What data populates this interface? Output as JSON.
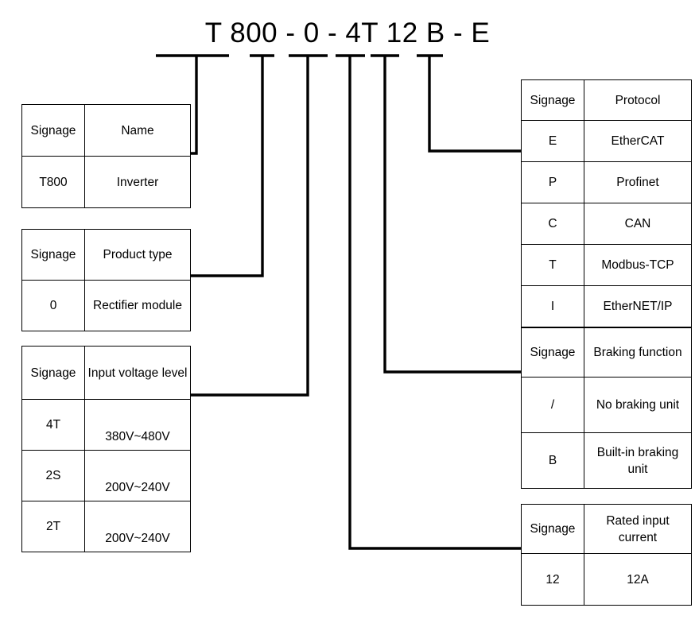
{
  "model_code": "T 800 - 0 - 4T 12 B - E",
  "segments": [
    {
      "key": "series",
      "text": "T 800"
    },
    {
      "key": "product-type",
      "text": "0"
    },
    {
      "key": "voltage",
      "text": "4T"
    },
    {
      "key": "current",
      "text": "12"
    },
    {
      "key": "braking",
      "text": "B"
    },
    {
      "key": "protocol",
      "text": "E"
    }
  ],
  "tables": {
    "name": {
      "id": "name-table",
      "headers": [
        "Signage",
        "Name"
      ],
      "rows": [
        [
          "T800",
          "Inverter"
        ]
      ]
    },
    "product_type": {
      "id": "product-type-table",
      "headers": [
        "Signage",
        "Product type"
      ],
      "rows": [
        [
          "0",
          "Rectifier module"
        ]
      ]
    },
    "input_voltage": {
      "id": "input-voltage-table",
      "headers": [
        "Signage",
        "Input voltage level"
      ],
      "rows": [
        [
          "4T",
          "380V~480V"
        ],
        [
          "2S",
          "200V~240V"
        ],
        [
          "2T",
          "200V~240V"
        ]
      ]
    },
    "protocol": {
      "id": "protocol-table",
      "headers": [
        "Signage",
        "Protocol"
      ],
      "rows": [
        [
          "E",
          "EtherCAT"
        ],
        [
          "P",
          "Profinet"
        ],
        [
          "C",
          "CAN"
        ],
        [
          "T",
          "Modbus-TCP"
        ],
        [
          "I",
          "EtherNET/IP"
        ]
      ]
    },
    "braking": {
      "id": "braking-table",
      "headers": [
        "Signage",
        "Braking function"
      ],
      "rows": [
        [
          "/",
          "No braking unit"
        ],
        [
          "B",
          "Built-in braking unit"
        ]
      ]
    },
    "rated_current": {
      "id": "rated-current-table",
      "headers": [
        "Signage",
        "Rated input current"
      ],
      "rows": [
        [
          "12",
          "12A"
        ]
      ]
    }
  },
  "colors": {
    "line": "#000000",
    "background": "#ffffff"
  }
}
